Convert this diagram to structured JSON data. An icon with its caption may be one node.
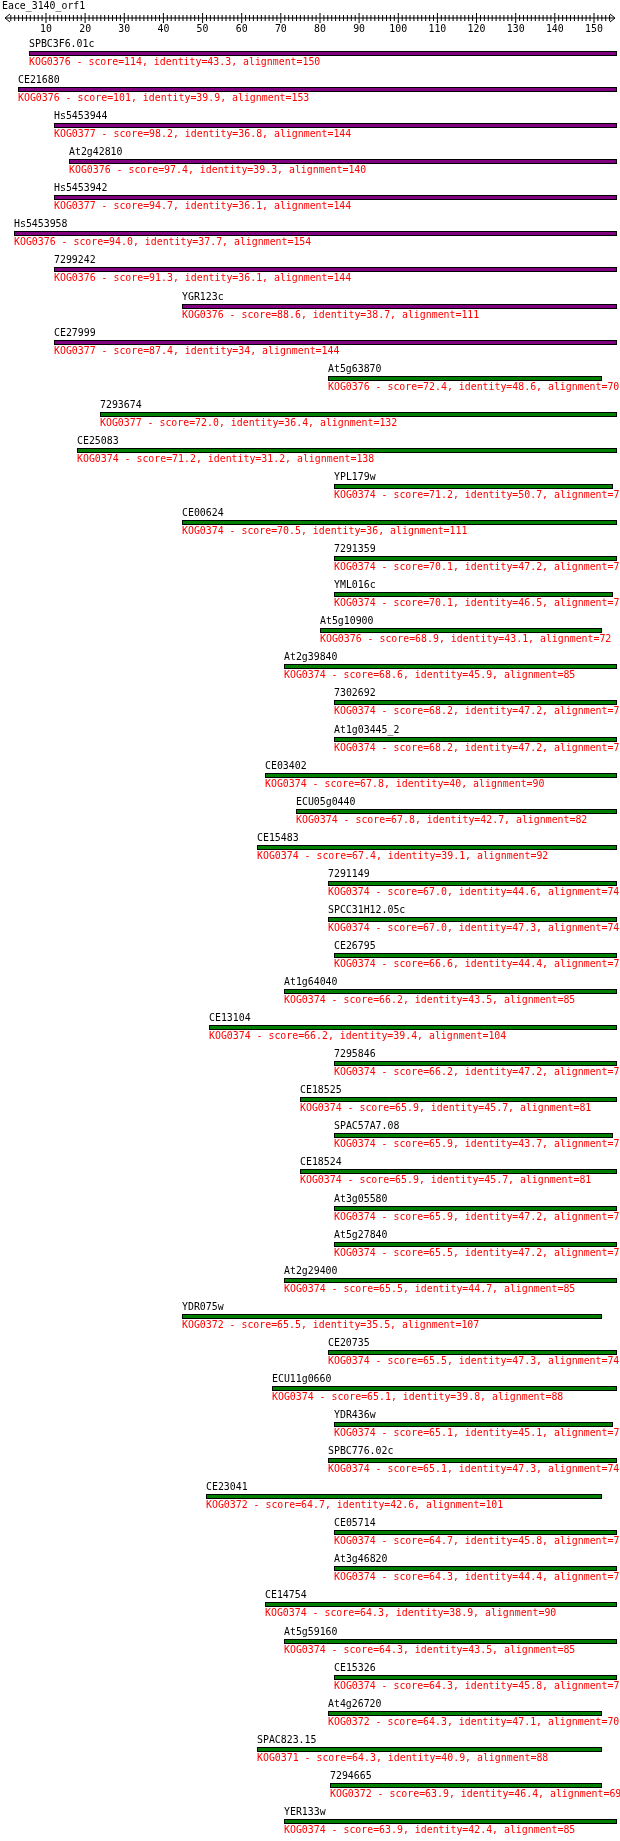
{
  "diagram": {
    "nodes": [
      {
        "text": [
          "SPBC3F6.01c",
          "KOG0376 - score=114, identity=43.3, alignment=150"
        ]
      },
      {
        "text": [
          "CE21680",
          "KOG0376 - score=101, identity=39.9, alignment=153"
        ]
      },
      {
        "text": [
          "Hs5453944",
          "KOG0377 - score=98.2, identity=36.8, alignment=144"
        ]
      },
      {
        "text": [
          "At2g42810",
          "KOG0376 - score=97.4, identity=39.3, alignment=140"
        ]
      },
      {
        "text": [
          "Hs5453942",
          "KOG0377 - score=94.7, identity=36.1, alignment=144"
        ]
      },
      {
        "text": [
          "Hs5453958",
          "KOG0376 - score=94.0, identity=37.7, alignment=154"
        ]
      },
      {
        "text": [
          "7299242",
          "KOG0376 - score=91.3, identity=36.1, alignment=144"
        ]
      },
      {
        "text": [
          "YGR123c",
          "KOG0376 - score=88.6, identity=38.7, alignment=111"
        ]
      },
      {
        "text": [
          "CE27999",
          "KOG0377 - score=87.4, identity=34, alignment=144"
        ]
      },
      {
        "text": [
          "At5g63870",
          "KOG0376 - score=72.4, identity=48.6, alignment=70"
        ]
      },
      {
        "text": [
          "7293674",
          "KOG0377 - score=72.0, identity=36.4, alignment=132"
        ]
      },
      {
        "text": [
          "CE25083",
          "KOG0374 - score=71.2, identity=31.2, alignment=138"
        ]
      },
      {
        "text": [
          "YPL179w",
          "KOG0374 - score=71.2, identity=50.7, alignment=7"
        ]
      },
      {
        "text": [
          "CE00624",
          "KOG0374 - score=70.5, identity=36, alignment=111"
        ]
      },
      {
        "text": [
          "7291359",
          "KOG0374 - score=70.1, identity=47.2, alignment=7"
        ]
      },
      {
        "text": [
          "YML016c",
          "KOG0374 - score=70.1, identity=46.5, alignment=7"
        ]
      },
      {
        "text": [
          "At5g10900",
          "KOG0376 - score=68.9, identity=43.1, alignment=72"
        ]
      },
      {
        "text": [
          "At2g39840",
          "KOG0374 - score=68.6, identity=45.9, alignment=85"
        ]
      },
      {
        "text": [
          "7302692",
          "KOG0374 - score=68.2, identity=47.2, alignment=7"
        ]
      },
      {
        "text": [
          "At1g03445_2",
          "KOG0374 - score=68.2, identity=47.2, alignment=7"
        ]
      },
      {
        "text": [
          "CE03402",
          "KOG0374 - score=67.8, identity=40, alignment=90"
        ]
      },
      {
        "text": [
          "ECU05g0440",
          "KOG0374 - score=67.8, identity=42.7, alignment=82"
        ]
      },
      {
        "text": [
          "CE15483",
          "KOG0374 - score=67.4, identity=39.1, alignment=92"
        ]
      },
      {
        "text": [
          "7291149",
          "KOG0374 - score=67.0, identity=44.6, alignment=74"
        ]
      },
      {
        "text": [
          "SPCC31H12.05c",
          "KOG0374 - score=67.0, identity=47.3, alignment=74"
        ]
      },
      {
        "text": [
          "CE26795",
          "KOG0374 - score=66.6, identity=44.4, alignment=7"
        ]
      },
      {
        "text": [
          "At1g64040",
          "KOG0374 - score=66.2, identity=43.5, alignment=85"
        ]
      },
      {
        "text": [
          "CE13104",
          "KOG0374 - score=66.2, identity=39.4, alignment=104"
        ]
      },
      {
        "text": [
          "7295846",
          "KOG0374 - score=66.2, identity=47.2, alignment=7"
        ]
      },
      {
        "text": [
          "CE18525",
          "KOG0374 - score=65.9, identity=45.7, alignment=81"
        ]
      },
      {
        "text": [
          "SPAC57A7.08",
          "KOG0374 - score=65.9, identity=43.7, alignment=7"
        ]
      },
      {
        "text": [
          "CE18524",
          "KOG0374 - score=65.9, identity=45.7, alignment=81"
        ]
      },
      {
        "text": [
          "At3g05580",
          "KOG0374 - score=65.9, identity=47.2, alignment=7"
        ]
      },
      {
        "text": [
          "At5g27840",
          "KOG0374 - score=65.5, identity=47.2, alignment=7"
        ]
      },
      {
        "text": [
          "At2g29400",
          "KOG0374 - score=65.5, identity=44.7, alignment=85"
        ]
      },
      {
        "text": [
          "YDR075w",
          "KOG0372 - score=65.5, identity=35.5, alignment=107"
        ]
      },
      {
        "text": [
          "CE20735",
          "KOG0374 - score=65.5, identity=47.3, alignment=74"
        ]
      },
      {
        "text": [
          "ECU11g0660",
          "KOG0374 - score=65.1, identity=39.8, alignment=88"
        ]
      },
      {
        "text": [
          "YDR436w",
          "KOG0374 - score=65.1, identity=45.1, alignment=7"
        ]
      },
      {
        "text": [
          "SPBC776.02c",
          "KOG0374 - score=65.1, identity=47.3, alignment=74"
        ]
      },
      {
        "text": [
          "CE23041",
          "KOG0372 - score=64.7, identity=42.6, alignment=101"
        ]
      },
      {
        "text": [
          "CE05714",
          "KOG0374 - score=64.7, identity=45.8, alignment=7"
        ]
      },
      {
        "text": [
          "At3g46820",
          "KOG0374 - score=64.3, identity=44.4, alignment=7"
        ]
      },
      {
        "text": [
          "CE14754",
          "KOG0374 - score=64.3, identity=38.9, alignment=90"
        ]
      },
      {
        "text": [
          "At5g59160",
          "KOG0374 - score=64.3, identity=43.5, alignment=85"
        ]
      },
      {
        "text": [
          "CE15326",
          "KOG0374 - score=64.3, identity=45.8, alignment=7"
        ]
      },
      {
        "text": [
          "At4g26720",
          "KOG0372 - score=64.3, identity=47.1, alignment=70"
        ]
      },
      {
        "text": [
          "SPAC823.15",
          "KOG0371 - score=64.3, identity=40.9, alignment=88"
        ]
      },
      {
        "text": [
          "7294665",
          "KOG0372 - score=63.9, identity=46.4, alignment=69"
        ]
      },
      {
        "text": [
          "YER133w",
          "KOG0374 - score=63.9, identity=42.4, alignment=85"
        ]
      }
    ],
    "labels": [
      "Eace_3140_orf1",
      "10",
      "20",
      "30",
      "40",
      "50",
      "60",
      "70",
      "80",
      "90",
      "100",
      "110",
      "120",
      "130",
      "140",
      "150"
    ]
  }
}
